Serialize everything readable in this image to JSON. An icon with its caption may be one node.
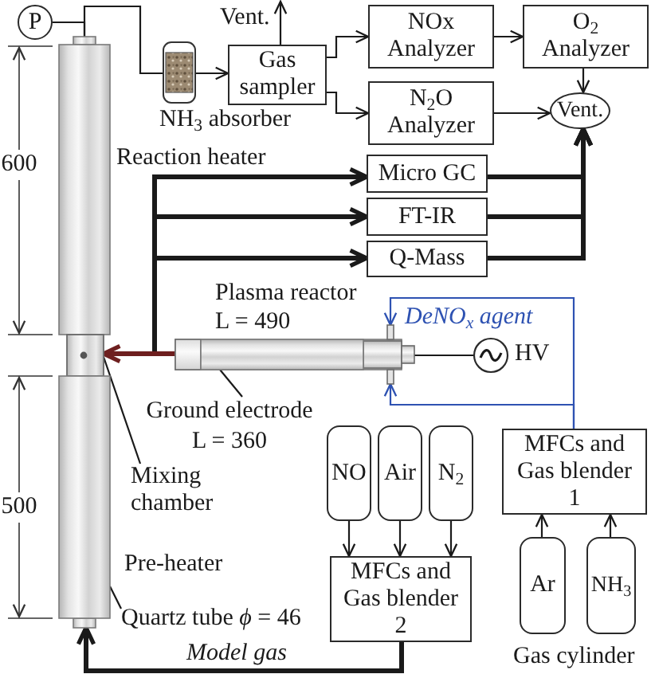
{
  "diagram": {
    "nodes": [
      {
        "text": [
          "P"
        ]
      },
      {
        "text": [],
        "shape": "picture",
        "beside": [
          "NH$_{3}$ absorber"
        ]
      },
      {
        "text": [
          "Gas sampler"
        ]
      },
      {
        "text": [
          "NOx Analyzer"
        ]
      },
      {
        "text": [
          "O$_{2}$ Analyzer"
        ]
      },
      {
        "text": [
          "N$_{2}$O Analyzer"
        ]
      },
      {
        "text": [
          "Vent."
        ]
      },
      {
        "text": [],
        "shape": "cylinder",
        "beside": [
          "Reaction heater"
        ]
      },
      {
        "text": [
          "Micro GC"
        ]
      },
      {
        "text": [
          "FT-IR"
        ]
      },
      {
        "text": [
          "Q-Mass"
        ]
      },
      {
        "text": [],
        "shape": "cylinder",
        "beside": [
          "Plasma reactor L = 490"
        ]
      },
      {
        "text": [],
        "shape": "cylinder",
        "in": 11
      },
      {
        "text": [],
        "shape": "circle",
        "beside": [
          "HV"
        ]
      },
      {
        "text": [],
        "shape": "box"
      },
      {
        "text": [
          "Ground electrode L = 360"
        ]
      },
      {
        "text": [
          "Mixing chamber"
        ]
      },
      {
        "text": [
          "MFCs and Gas blender 1"
        ]
      },
      {
        "text": [
          "NO"
        ]
      },
      {
        "text": [
          "Air"
        ]
      },
      {
        "text": [
          "N$_{2}$"
        ]
      },
      {
        "text": [],
        "shape": "cylinder",
        "beside": [
          "Pre-heater"
        ]
      },
      {
        "text": [
          "Quartz tube *ϕ* = 46"
        ]
      },
      {
        "text": [
          "MFCs and Gas blender 2"
        ]
      },
      {
        "text": [
          "Ar"
        ]
      },
      {
        "text": [
          "NH$_{3}$"
        ]
      }
    ],
    "edges": [
      {
        "from": 7,
        "to": 1,
        "arrow": "none"
      },
      {
        "from": 0,
        "to": 7,
        "arrow": "none"
      },
      {
        "from": 1,
        "to": 2,
        "arrow": "to"
      },
      {
        "from": 2,
        "to": null,
        "arrow": "to",
        "label": "Vent."
      },
      {
        "from": 2,
        "to": 3,
        "arrow": "to"
      },
      {
        "from": 2,
        "to": 5,
        "arrow": "to"
      },
      {
        "from": 3,
        "to": 4,
        "arrow": "to"
      },
      {
        "from": 4,
        "to": 6,
        "arrow": "to"
      },
      {
        "from": 5,
        "to": 6,
        "arrow": "to"
      },
      {
        "from": 11,
        "to": 8,
        "arrow": "to",
        "style": "thick"
      },
      {
        "from": 11,
        "to": 9,
        "arrow": "to",
        "style": "thick"
      },
      {
        "from": 11,
        "to": 10,
        "arrow": "to",
        "style": "thick"
      },
      {
        "from": 8,
        "to": 6,
        "arrow": "to",
        "style": "thick"
      },
      {
        "from": 9,
        "to": 6,
        "arrow": "to",
        "style": "thick"
      },
      {
        "from": 10,
        "to": 6,
        "arrow": "to",
        "style": "thick"
      },
      {
        "from": 11,
        "to": 14,
        "arrow": "to",
        "style": "thick",
        "color": "#6e1f1f"
      },
      {
        "from": 13,
        "to": 11,
        "arrow": "none"
      },
      {
        "from": 17,
        "to": 11,
        "arrow": "to",
        "label": "DeNO$_{x}$ agent",
        "color": "#2e52b2"
      },
      {
        "from": 17,
        "to": 11,
        "arrow": "to",
        "color": "#2e52b2"
      },
      {
        "from": 15,
        "to": 12,
        "arrow": "none"
      },
      {
        "from": 16,
        "to": 14,
        "arrow": "none"
      },
      {
        "from": 22,
        "to": 21,
        "arrow": "none"
      },
      {
        "from": 18,
        "to": 23,
        "arrow": "to"
      },
      {
        "from": 19,
        "to": 23,
        "arrow": "to"
      },
      {
        "from": 20,
        "to": 23,
        "arrow": "to"
      },
      {
        "from": 23,
        "to": 21,
        "arrow": "to",
        "style": "thick",
        "label": "Model gas"
      },
      {
        "from": 24,
        "to": 17,
        "arrow": "to"
      },
      {
        "from": 25,
        "to": 17,
        "arrow": "to"
      }
    ],
    "labels": [
      "600",
      "500",
      "Gas cylinder"
    ]
  }
}
